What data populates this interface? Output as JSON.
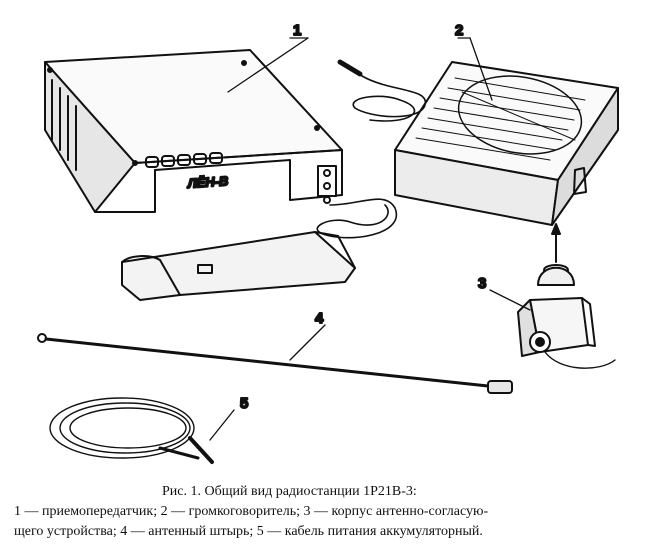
{
  "figure": {
    "brand_label": "ЛЁН-В",
    "callouts": [
      "1",
      "2",
      "3",
      "4",
      "5"
    ]
  },
  "caption": {
    "title": "Рис. 1. Общий вид радиостанции 1Р21В-3:",
    "line1": "1 — приемопередатчик; 2 — громкоговоритель; 3 — корпус антенно-согласую-",
    "line2": "щего устройства; 4 — антенный штырь; 5 — кабель питания аккумуляторный."
  }
}
